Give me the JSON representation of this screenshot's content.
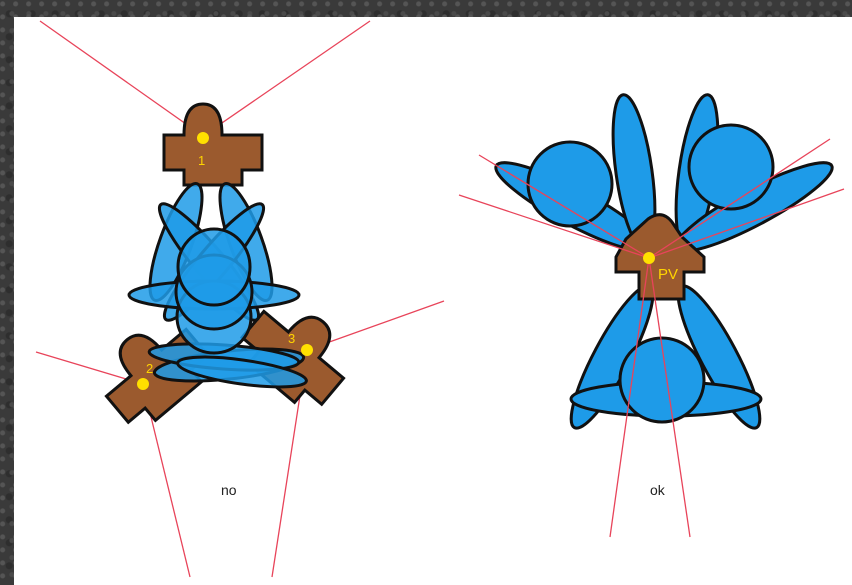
{
  "colors": {
    "background": "#3a3a3a",
    "panel": "#ffffff",
    "blue_fill": "#1e9be8",
    "blue_dark": "#1684c9",
    "outline": "#111111",
    "mount": "#9b5a2e",
    "marker": "#ffe000",
    "ray": "#e8445a"
  },
  "left_diagram": {
    "caption": "no",
    "markers": [
      {
        "label": "1"
      },
      {
        "label": "2"
      },
      {
        "label": "3"
      }
    ]
  },
  "right_diagram": {
    "caption": "ok",
    "marker_label": "PV"
  }
}
